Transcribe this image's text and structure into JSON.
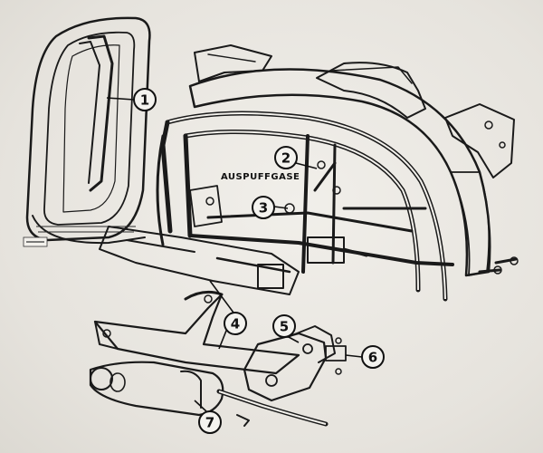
{
  "diagram": {
    "label_exhaust": "AUSPUFFGASE",
    "callouts": [
      {
        "n": "1"
      },
      {
        "n": "2"
      },
      {
        "n": "3"
      },
      {
        "n": "4"
      },
      {
        "n": "5"
      },
      {
        "n": "6"
      },
      {
        "n": "7"
      }
    ]
  }
}
